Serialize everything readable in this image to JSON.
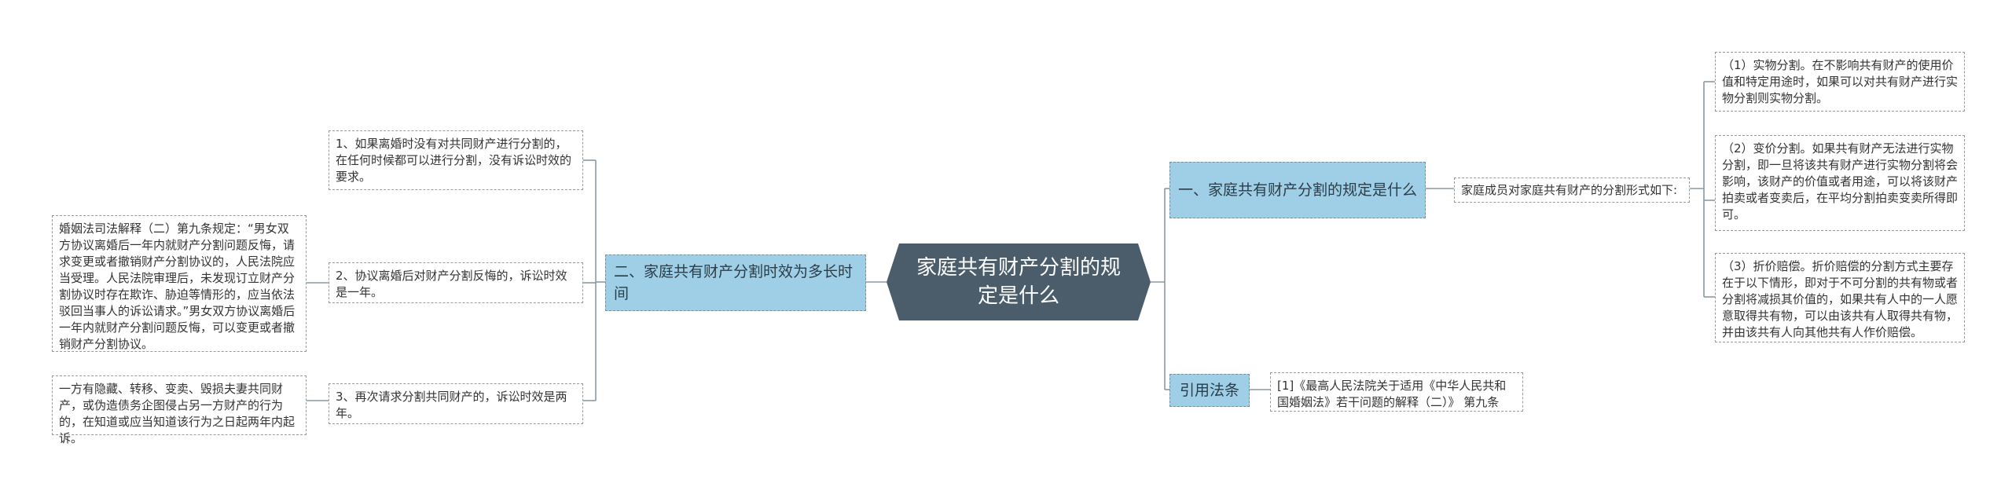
{
  "root": {
    "label": "家庭共有财产分割的规定是什么"
  },
  "right": {
    "branch1": {
      "label": "一、家庭共有财产分割的规定是什么",
      "child": "家庭成员对家庭共有财产的分割形式如下:",
      "items": [
        "（1）实物分割。在不影响共有财产的使用价值和特定用途时，如果可以对共有财产进行实物分割则实物分割。",
        "（2）变价分割。如果共有财产无法进行实物分割，即一旦将该共有财产进行实物分割将会影响，该财产的价值或者用途，可以将该财产拍卖或者变卖后，在平均分割拍卖变卖所得即可。",
        "（3）折价赔偿。折价赔偿的分割方式主要存在于以下情形，即对于不可分割的共有物或者分割将减损其价值的，如果共有人中的一人愿意取得共有物，可以由该共有人取得共有物，并由该共有人向其他共有人作价赔偿。"
      ]
    },
    "branch2": {
      "label": "引用法条",
      "child": "[1]《最高人民法院关于适用《中华人民共和国婚姻法》若干问题的解释（二）》 第九条"
    }
  },
  "left": {
    "branch": {
      "label": "二、家庭共有财产分割时效为多长时间",
      "items": [
        "1、如果离婚时没有对共同财产进行分割的，在任何时候都可以进行分割，没有诉讼时效的要求。",
        "2、协议离婚后对财产分割反悔的，诉讼时效是一年。",
        "3、再次请求分割共同财产的，诉讼时效是两年。"
      ],
      "sub2": "婚姻法司法解释（二）第九条规定：“男女双方协议离婚后一年内就财产分割问题反悔，请求变更或者撤销财产分割协议的，人民法院应当受理。人民法院审理后，未发现订立财产分割协议时存在欺诈、胁迫等情形的，应当依法驳回当事人的诉讼请求。”男女双方协议离婚后一年内就财产分割问题反悔，可以变更或者撤销财产分割协议。",
      "sub3": "一方有隐藏、转移、变卖、毁损夫妻共同财产，或伪造债务企图侵占另一方财产的行为的，在知道或应当知道该行为之日起两年内起诉。"
    }
  },
  "colors": {
    "root_bg": "#4b5d6b",
    "branch_bg": "#9fcfe6",
    "line": "#8a9aa3"
  }
}
